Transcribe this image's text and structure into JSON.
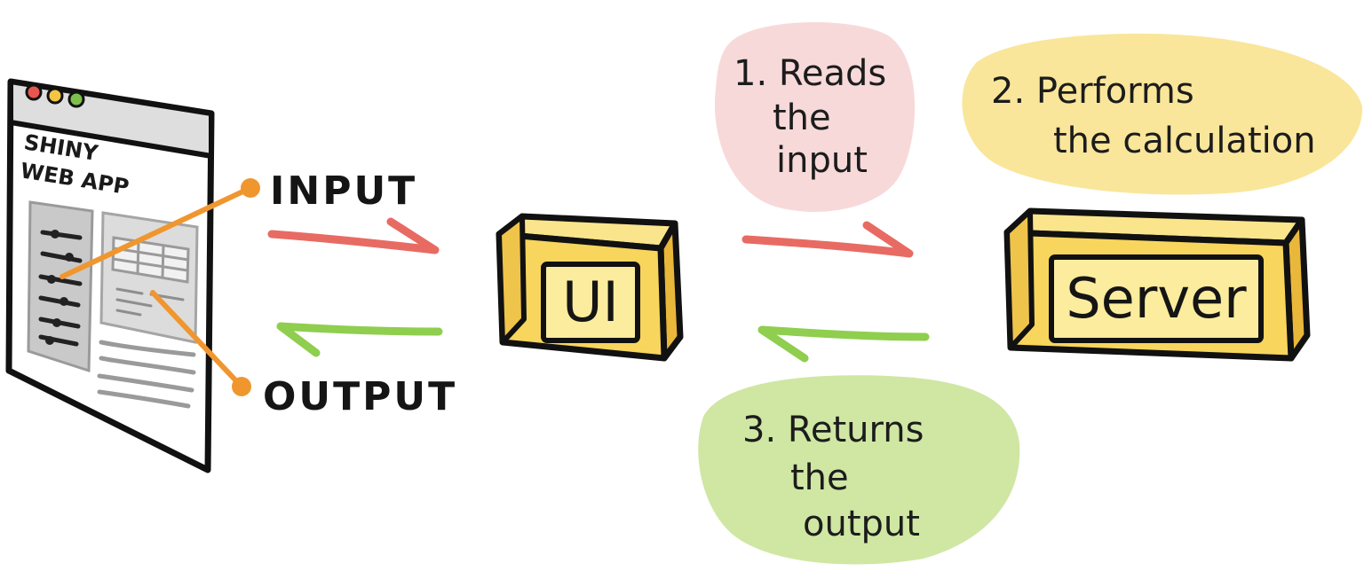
{
  "app_window": {
    "title_line1": "SHINY",
    "title_line2": "WEB APP",
    "traffic_lights": [
      "#e8574f",
      "#f4c542",
      "#7cc04b"
    ]
  },
  "labels": {
    "input": "INPUT",
    "output": "OUTPUT"
  },
  "boxes": {
    "ui": "UI",
    "server": "Server"
  },
  "steps": {
    "step1": [
      "1. Reads",
      "the",
      "input"
    ],
    "step2": [
      "2. Performs",
      "the calculation"
    ],
    "step3": [
      "3. Returns",
      "the",
      "output"
    ]
  },
  "colors": {
    "box_fill": "#f8d55c",
    "box_top": "#fbe58c",
    "box_shade": "#e9b73a",
    "connector": "#f0962f",
    "arrow_forward": "#e86b63",
    "arrow_back": "#8fce4e",
    "note1_bg": "#f8d9da",
    "note2_bg": "#f9e69a",
    "note3_bg": "#cfe7a3"
  },
  "icons": [
    "window-icon",
    "slider-icon",
    "table-icon",
    "arrow-icon"
  ]
}
